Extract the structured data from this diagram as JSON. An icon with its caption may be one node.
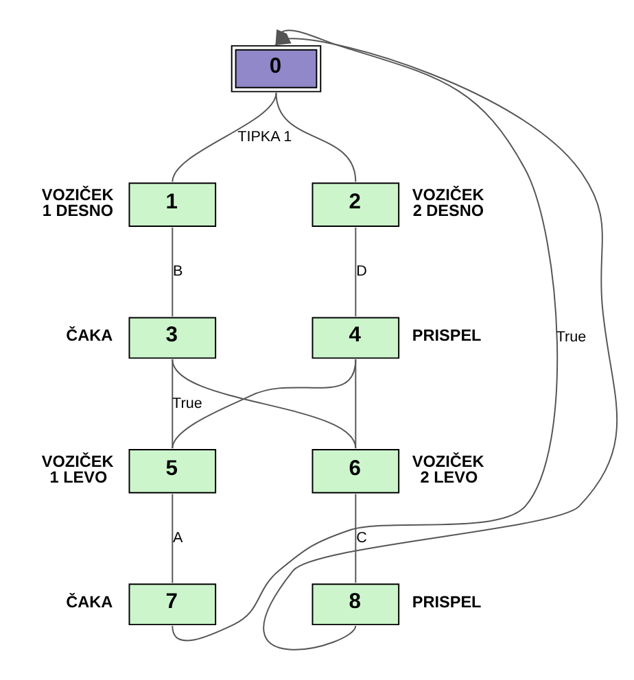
{
  "diagram": {
    "nodes": [
      {
        "text": [
          "0"
        ]
      },
      {
        "text": [
          "1"
        ],
        "beside": [
          "VOZIČEK 1 DESNO"
        ]
      },
      {
        "text": [
          "2"
        ],
        "beside": [
          "VOZIČEK 2 DESNO"
        ]
      },
      {
        "text": [
          "3"
        ],
        "beside": [
          "ČAKA"
        ]
      },
      {
        "text": [
          "4"
        ],
        "beside": [
          "PRISPEL"
        ]
      },
      {
        "text": [
          "5"
        ],
        "beside": [
          "VOZIČEK 1 LEVO"
        ]
      },
      {
        "text": [
          "6"
        ],
        "beside": [
          "VOZIČEK 2 LEVO"
        ]
      },
      {
        "text": [
          "7"
        ],
        "beside": [
          "ČAKA"
        ]
      },
      {
        "text": [
          "8"
        ],
        "beside": [
          "PRISPEL"
        ]
      }
    ],
    "edges": [
      {
        "from": 0,
        "to": 1,
        "arrow": "none",
        "label": "TIPKA 1"
      },
      {
        "from": 0,
        "to": 2,
        "arrow": "none"
      },
      {
        "from": 1,
        "to": 3,
        "arrow": "none",
        "label": "B"
      },
      {
        "from": 2,
        "to": 4,
        "arrow": "none",
        "label": "D"
      },
      {
        "from": 3,
        "to": 5,
        "arrow": "none",
        "label": "True"
      },
      {
        "from": 3,
        "to": 6,
        "arrow": "none"
      },
      {
        "from": 4,
        "to": 5,
        "arrow": "none"
      },
      {
        "from": 4,
        "to": 6,
        "arrow": "none"
      },
      {
        "from": 5,
        "to": 7,
        "arrow": "none",
        "label": "A"
      },
      {
        "from": 6,
        "to": 8,
        "arrow": "none",
        "label": "C"
      },
      {
        "from": 7,
        "to": 0,
        "arrow": "to",
        "label": "True"
      },
      {
        "from": 8,
        "to": 0,
        "arrow": "to"
      }
    ]
  }
}
